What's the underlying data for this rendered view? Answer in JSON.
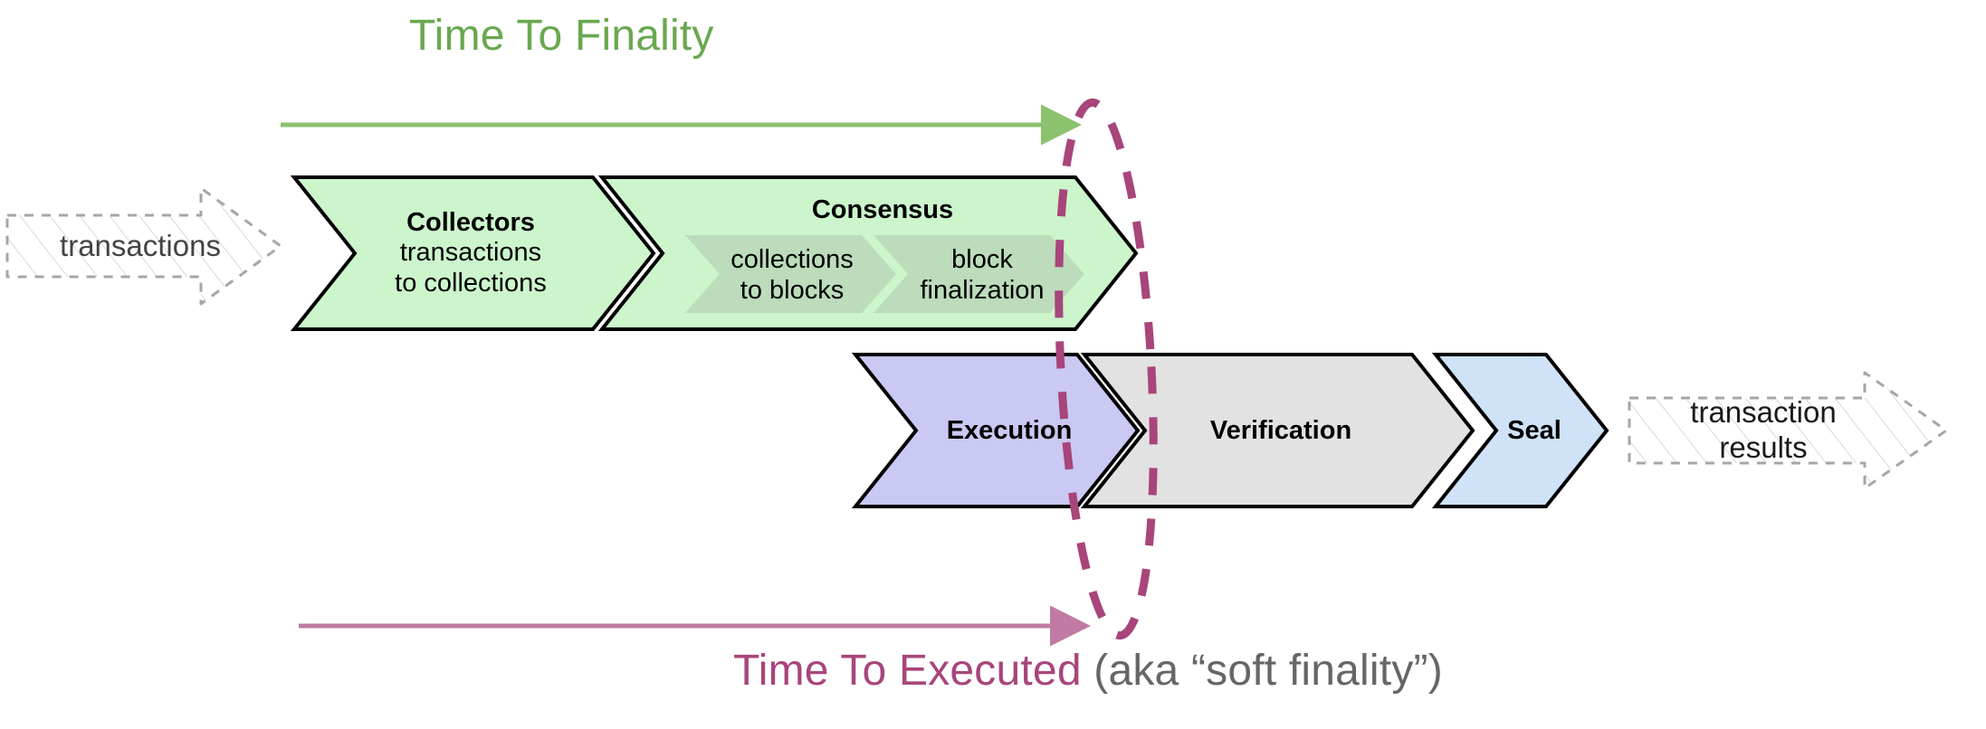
{
  "diagram": {
    "title_top": "Time To Finality",
    "title_bottom_main": "Time To Executed",
    "title_bottom_sub": "(aka “soft finality”)",
    "colors": {
      "green_accent": "#6aa84f",
      "magenta_accent": "#a8457b",
      "magenta_arrow": "#bf7ba3",
      "chevron_green": "#ccf5cc",
      "chevron_green_inner": "#bcdcbc",
      "chevron_purple": "#c9c9f4",
      "chevron_gray": "#e2e2e2",
      "chevron_blue": "#cfe2f7",
      "ghost_stroke": "#a6a6a6",
      "ghost_text": "#434343",
      "outline": "#000000",
      "subtext_gray": "#666666"
    }
  },
  "inputs": {
    "left_arrow_label": "transactions"
  },
  "outputs": {
    "right_arrow_label_line1": "transaction",
    "right_arrow_label_line2": "results"
  },
  "pipeline": {
    "top_row": [
      {
        "id": "collectors",
        "title": "Collectors",
        "sub_line1": "transactions",
        "sub_line2": "to collections",
        "fill": "#ccf5cc"
      },
      {
        "id": "consensus",
        "title": "Consensus",
        "fill": "#ccf5cc",
        "inner": [
          {
            "id": "collections-to-blocks",
            "line1": "collections",
            "line2": "to blocks",
            "fill": "#bcdcbc"
          },
          {
            "id": "block-finalization",
            "line1": "block",
            "line2": "finalization",
            "fill": "#bcdcbc"
          }
        ]
      }
    ],
    "bottom_row": [
      {
        "id": "execution",
        "title": "Execution",
        "fill": "#c9c9f4"
      },
      {
        "id": "verification",
        "title": "Verification",
        "fill": "#e2e2e2"
      },
      {
        "id": "seal",
        "title": "Seal",
        "fill": "#cfe2f7"
      }
    ]
  },
  "annotations": {
    "finality_marker": "dashed-ellipse"
  }
}
